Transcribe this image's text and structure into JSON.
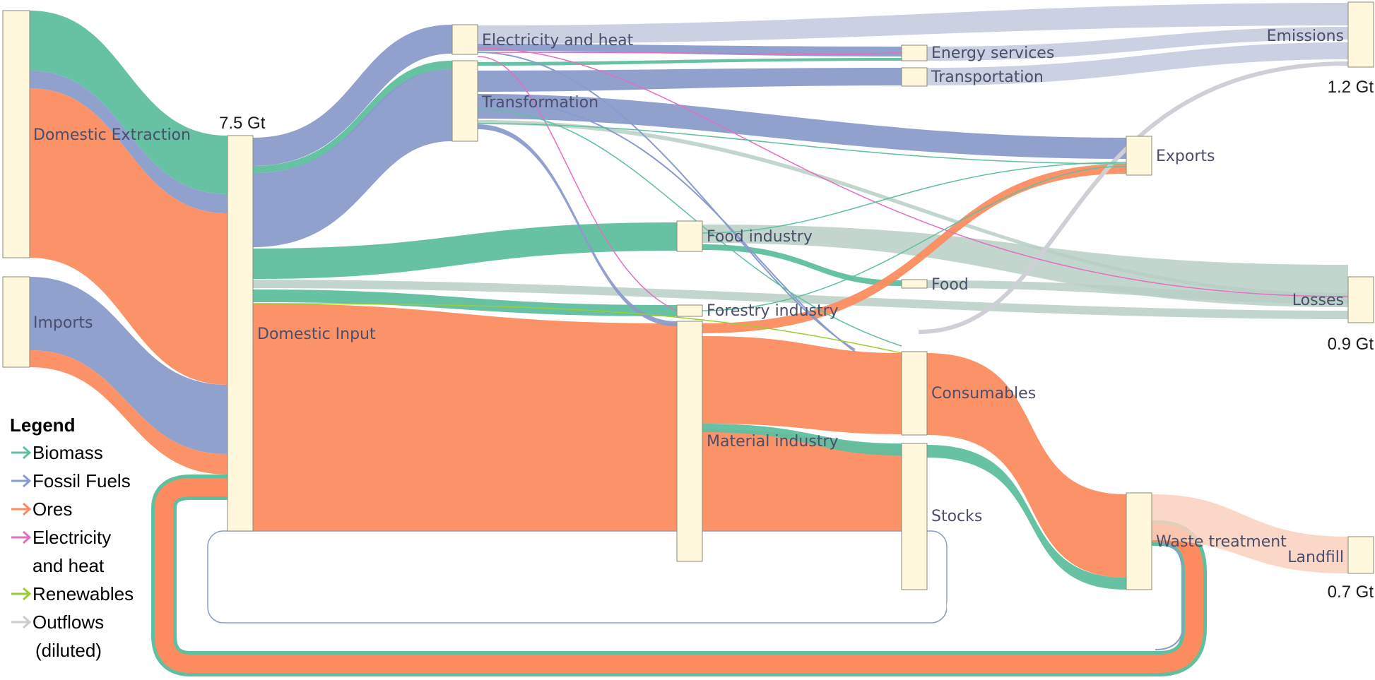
{
  "colors": {
    "biomass": "#5fbf9f",
    "fossil": "#8a9ccb",
    "ores": "#fc8c60",
    "electricity": "#e070c0",
    "renewables": "#9acd32",
    "outflows": "#cccccc",
    "node_fill": "#fff8dc"
  },
  "nodes": {
    "domestic_extraction": "Domestic Extraction",
    "imports": "Imports",
    "domestic_input": "Domestic Input",
    "electricity_heat": "Electricity and heat",
    "transformation": "Transformation",
    "energy_services": "Energy services",
    "transportation": "Transportation",
    "food_industry": "Food industry",
    "forestry_industry": "Forestry industry",
    "material_industry": "Material industry",
    "food": "Food",
    "consumables": "Consumables",
    "stocks": "Stocks",
    "exports": "Exports",
    "emissions": "Emissions",
    "losses": "Losses",
    "waste_treatment": "Waste treatment",
    "landfill": "Landfill"
  },
  "totals": {
    "domestic_input": "7.5 Gt",
    "emissions": "1.2 Gt",
    "losses": "0.9 Gt",
    "landfill": "0.7 Gt"
  },
  "legend": {
    "title": "Legend",
    "items": [
      {
        "label": "Biomass",
        "color": "#5fbf9f",
        "icon": "arrow-right-icon"
      },
      {
        "label": "Fossil Fuels",
        "color": "#8a9ccb",
        "icon": "arrow-right-icon"
      },
      {
        "label": "Ores",
        "color": "#fc8c60",
        "icon": "arrow-right-icon"
      },
      {
        "label": "Electricity",
        "label2": "and heat",
        "color": "#e070c0",
        "icon": "arrow-right-icon"
      },
      {
        "label": "Renewables",
        "color": "#9acd32",
        "icon": "arrow-right-icon"
      },
      {
        "label": "Outflows",
        "label2": "(diluted)",
        "color": "#cccccc",
        "icon": "arrow-right-icon"
      }
    ]
  }
}
